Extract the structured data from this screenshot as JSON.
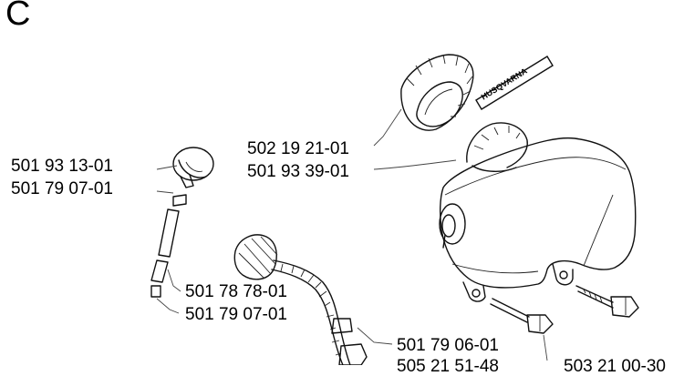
{
  "section_letter": "C",
  "part_numbers": {
    "cap_ring": "502 19 21-01",
    "tank_cap": "501 93 39-01",
    "filter_cap": "501 93 13-01",
    "filter_clip_top": "501 79 07-01",
    "fuel_hose": "501 78 78-01",
    "filter_clip_bottom": "501 79 07-01",
    "tank_screw": "501 79 06-01",
    "bottom_partial": "505 21 51-48",
    "right_partial": "503 21 00-30"
  },
  "decal_text": "HUSQVARNA"
}
